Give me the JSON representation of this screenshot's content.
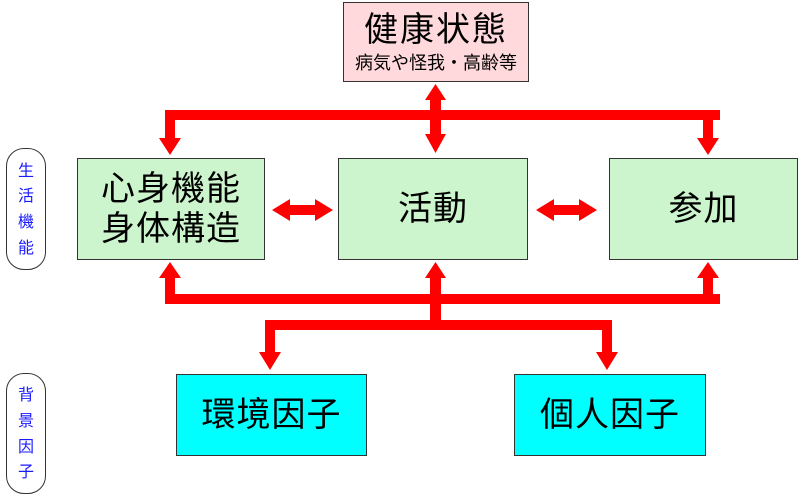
{
  "colors": {
    "arrow": "#ff0000",
    "health_bg": "#ffd9dc",
    "life_bg": "#cdf5cd",
    "background_factor_bg": "#00ffff",
    "side_label_text": "#1a1aff"
  },
  "health": {
    "title": "健康状態",
    "subtitle": "病気や怪我・高齢等"
  },
  "life_functions": {
    "body": {
      "line1": "心身機能",
      "line2": "身体構造"
    },
    "activity": "活動",
    "participation": "参加"
  },
  "background_factors": {
    "environmental": "環境因子",
    "personal": "個人因子"
  },
  "side_labels": {
    "life_function": [
      "生",
      "活",
      "機",
      "能"
    ],
    "background_factor": [
      "背",
      "景",
      "因",
      "子"
    ]
  }
}
